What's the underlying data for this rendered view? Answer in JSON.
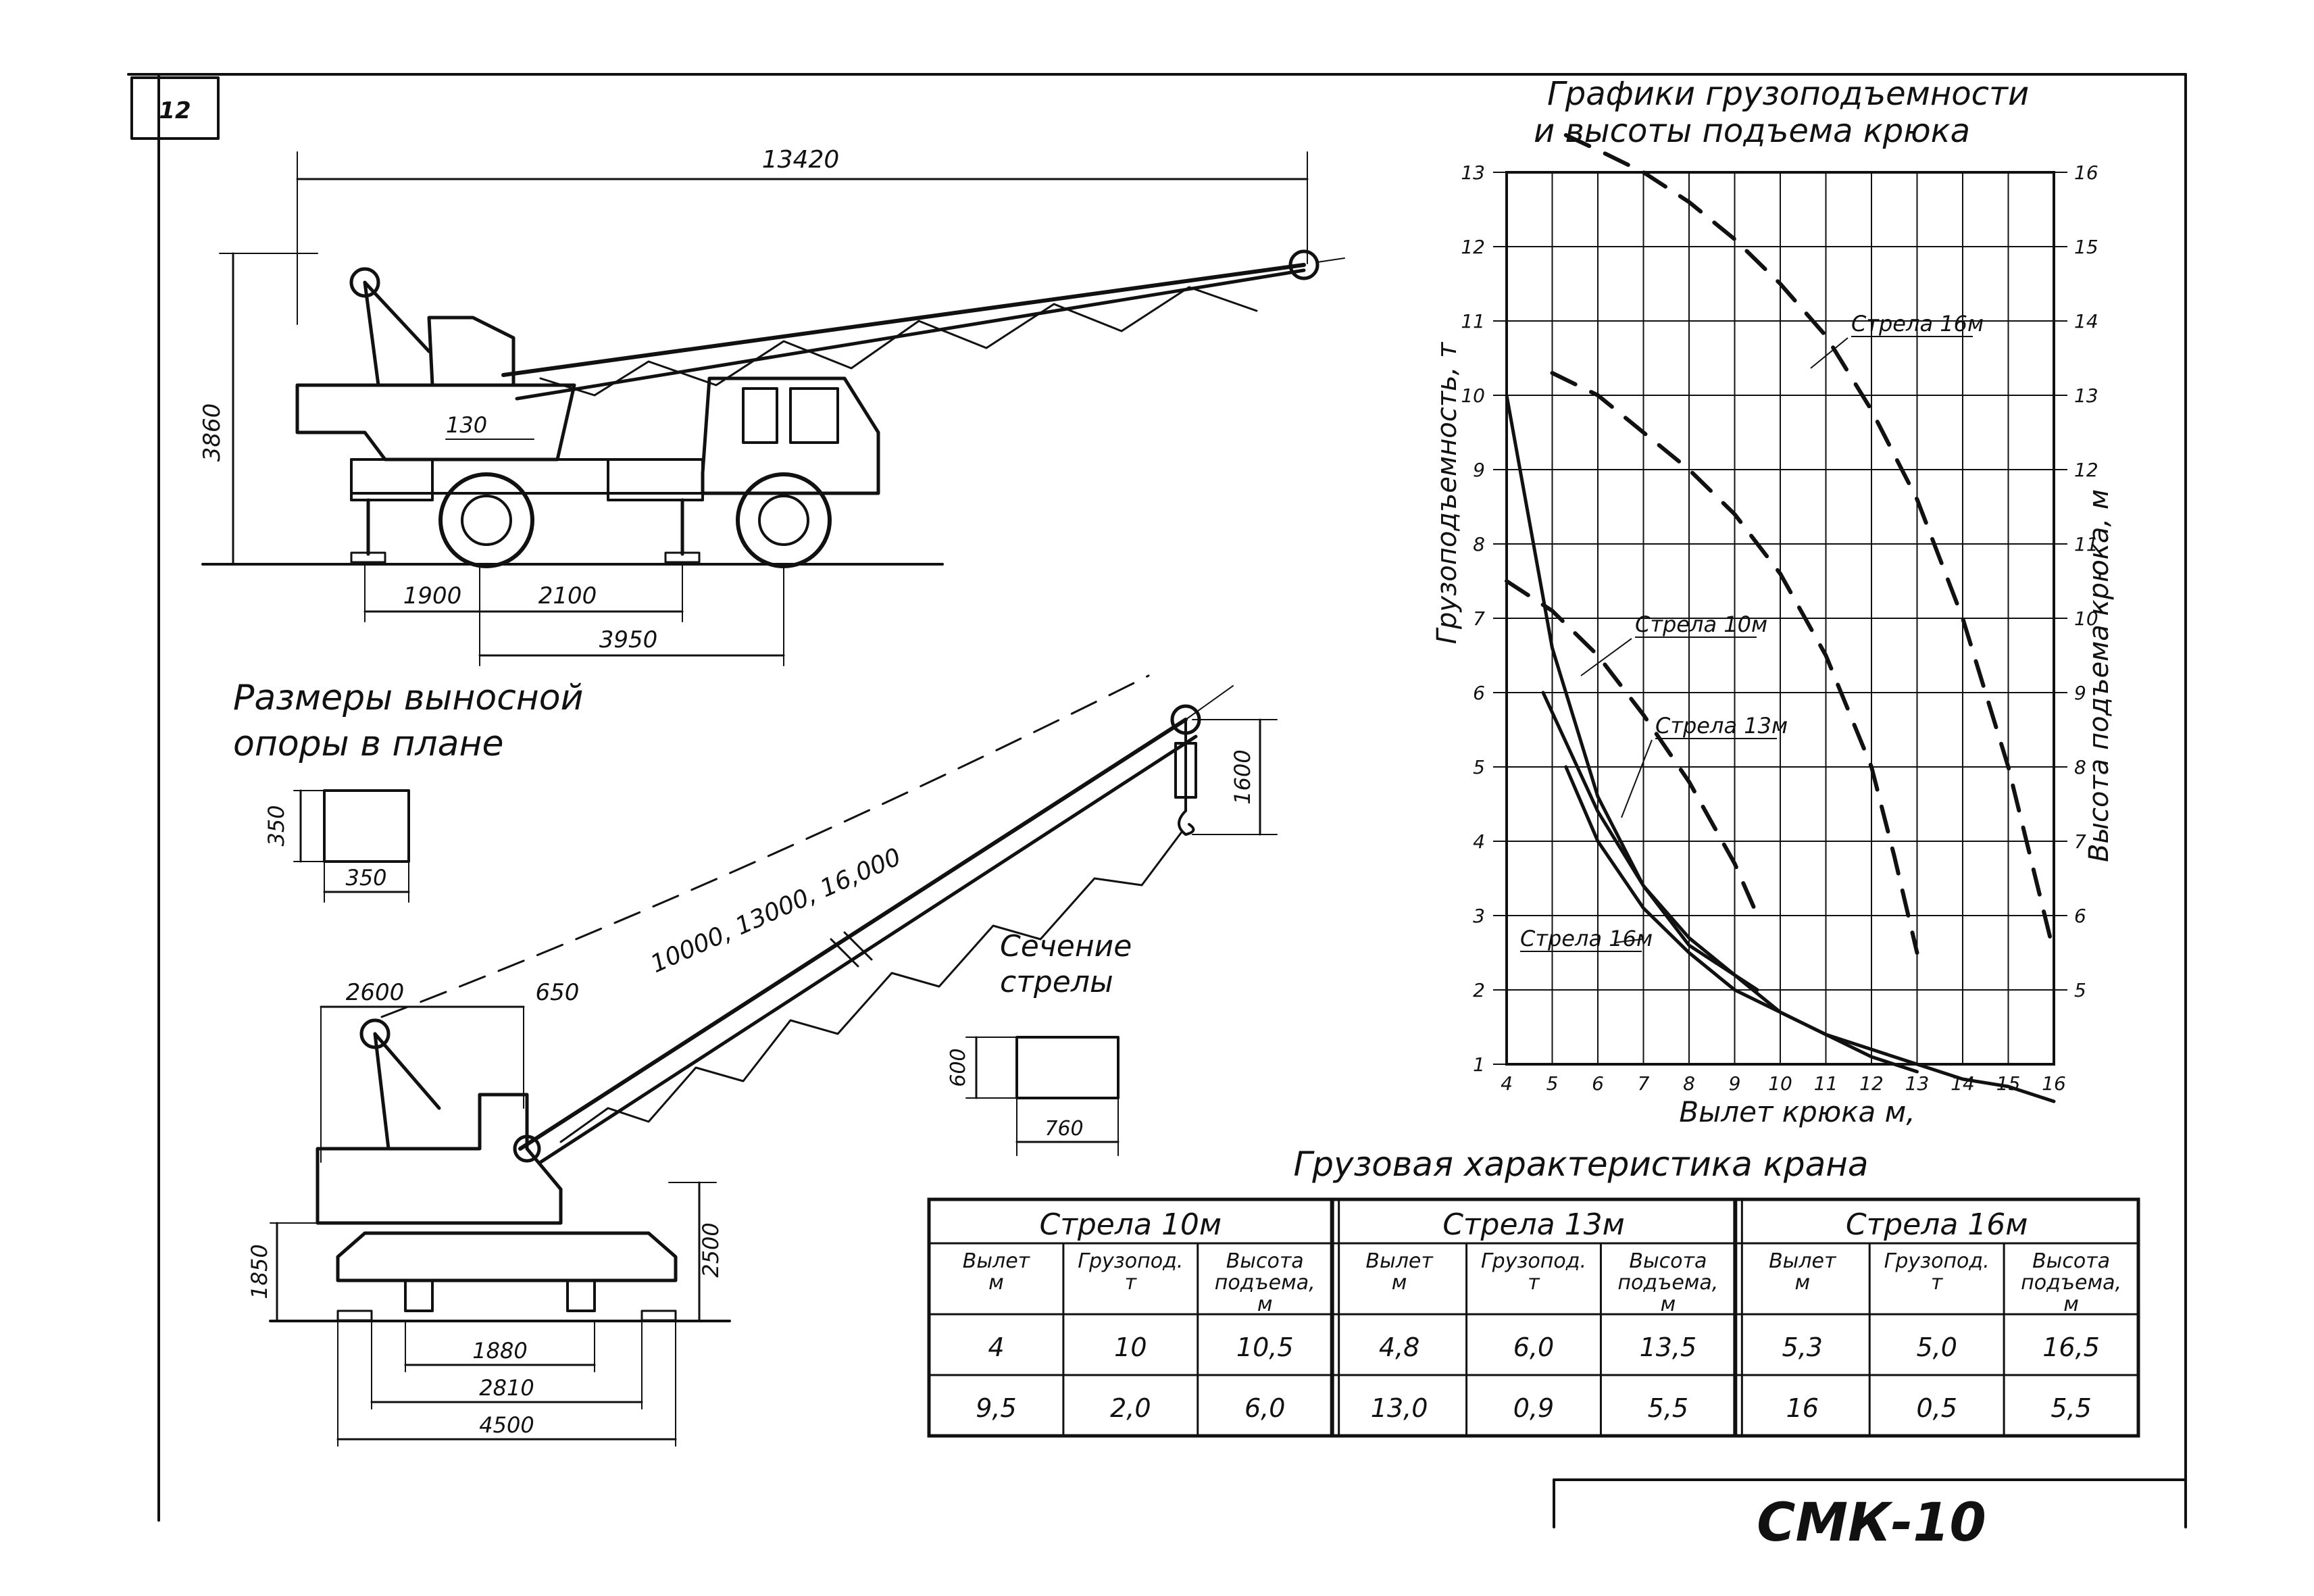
{
  "page_number": "12",
  "model": "СМК-10",
  "side_view": {
    "overall_length": "13420",
    "height": "3860",
    "offset": "130",
    "outrigger_span_1": "1900",
    "outrigger_span_2": "2100",
    "wheelbase": "3950"
  },
  "outrigger_pad": {
    "title_line1": "Размеры выносной",
    "title_line2": "опоры в плане",
    "side_a": "350",
    "side_b": "350"
  },
  "working_view": {
    "dim_2600": "2600",
    "dim_650": "650",
    "boom_lengths": "10000, 13000, 16,000",
    "hook_dim": "1600",
    "height_2500": "2500",
    "height_1850": "1850",
    "track_1880": "1880",
    "track_2810": "2810",
    "track_4500": "4500"
  },
  "boom_section": {
    "title_line1": "Сечение",
    "title_line2": "стрелы",
    "height": "600",
    "width": "760"
  },
  "chart_data": {
    "type": "line",
    "title": "Графики грузоподъемности и высоты подъема крюка",
    "title_line1": "Графики грузоподъемности",
    "title_line2": "и высоты подъема крюка",
    "xlabel": "Вылет крюка м,",
    "ylabel": "Грузоподъемность, т",
    "y2label": "Высота подъема крюка, м",
    "xlim": [
      4,
      16
    ],
    "ylim": [
      1,
      13
    ],
    "y2lim": [
      4,
      16
    ],
    "x_ticks": [
      "4",
      "5",
      "6",
      "7",
      "8",
      "9",
      "10",
      "11",
      "12",
      "13",
      "14",
      "15",
      "16"
    ],
    "y_ticks": [
      "1",
      "2",
      "3",
      "4",
      "5",
      "6",
      "7",
      "8",
      "9",
      "10",
      "11",
      "12",
      "13"
    ],
    "y2_ticks": [
      "5",
      "6",
      "7",
      "8",
      "9",
      "10",
      "11",
      "12",
      "13",
      "14",
      "15",
      "16"
    ],
    "grid": true,
    "series": [
      {
        "name": "Стрела 10м",
        "kind": "capacity",
        "style": "solid",
        "x": [
          4,
          5,
          6,
          7,
          8,
          9,
          9.5
        ],
        "y": [
          10,
          6.6,
          4.6,
          3.4,
          2.6,
          2.2,
          2.0
        ]
      },
      {
        "name": "Стрела 13м",
        "kind": "capacity",
        "style": "solid",
        "x": [
          4.8,
          6,
          7,
          8,
          9,
          10,
          11,
          12,
          13
        ],
        "y": [
          6.0,
          4.4,
          3.4,
          2.7,
          2.2,
          1.7,
          1.4,
          1.1,
          0.9
        ]
      },
      {
        "name": "Стрела 16м",
        "kind": "capacity",
        "style": "solid",
        "x": [
          5.3,
          6,
          7,
          8,
          9,
          10,
          11,
          12,
          13,
          14,
          15,
          16
        ],
        "y": [
          5.0,
          4.0,
          3.1,
          2.5,
          2.0,
          1.7,
          1.4,
          1.2,
          1.0,
          0.8,
          0.7,
          0.5
        ]
      },
      {
        "name": "Стрела 10м",
        "kind": "height",
        "style": "dashed",
        "x": [
          4,
          5,
          6,
          7,
          8,
          9,
          9.5
        ],
        "y": [
          10.5,
          10.1,
          9.5,
          8.7,
          7.8,
          6.7,
          6.0
        ]
      },
      {
        "name": "Стрела 13м",
        "kind": "height",
        "style": "dashed",
        "x": [
          5,
          6,
          7,
          8,
          9,
          10,
          11,
          12,
          12.5,
          13
        ],
        "y": [
          13.3,
          13.0,
          12.5,
          12.0,
          11.4,
          10.6,
          9.5,
          8.0,
          6.8,
          5.5
        ]
      },
      {
        "name": "Стрела 16м",
        "kind": "height",
        "style": "dashed",
        "x": [
          5.3,
          6,
          7,
          8,
          9,
          10,
          11,
          12,
          13,
          14,
          15,
          16
        ],
        "y": [
          16.5,
          16.3,
          16.0,
          15.6,
          15.1,
          14.5,
          13.8,
          12.8,
          11.6,
          10.0,
          8.0,
          5.5
        ]
      }
    ],
    "annotations": [
      {
        "text": "Стрела 16м",
        "target": "height-16"
      },
      {
        "text": "Стрела 10м",
        "target": "height-10"
      },
      {
        "text": "Стрела 13м",
        "target": "height-13"
      },
      {
        "text": "Стрела 16м",
        "target": "capacity-16"
      }
    ]
  },
  "load_table": {
    "title": "Грузовая характеристика крана",
    "groups": [
      "Стрела 10м",
      "Стрела 13м",
      "Стрела 16м"
    ],
    "subheaders": [
      [
        "Вылет",
        "м"
      ],
      [
        "Грузопод.",
        "т"
      ],
      [
        "Высота",
        "подъема,",
        "м"
      ]
    ],
    "rows": [
      [
        "4",
        "10",
        "10,5",
        "4,8",
        "6,0",
        "13,5",
        "5,3",
        "5,0",
        "16,5"
      ],
      [
        "9,5",
        "2,0",
        "6,0",
        "13,0",
        "0,9",
        "5,5",
        "16",
        "0,5",
        "5,5"
      ]
    ]
  }
}
